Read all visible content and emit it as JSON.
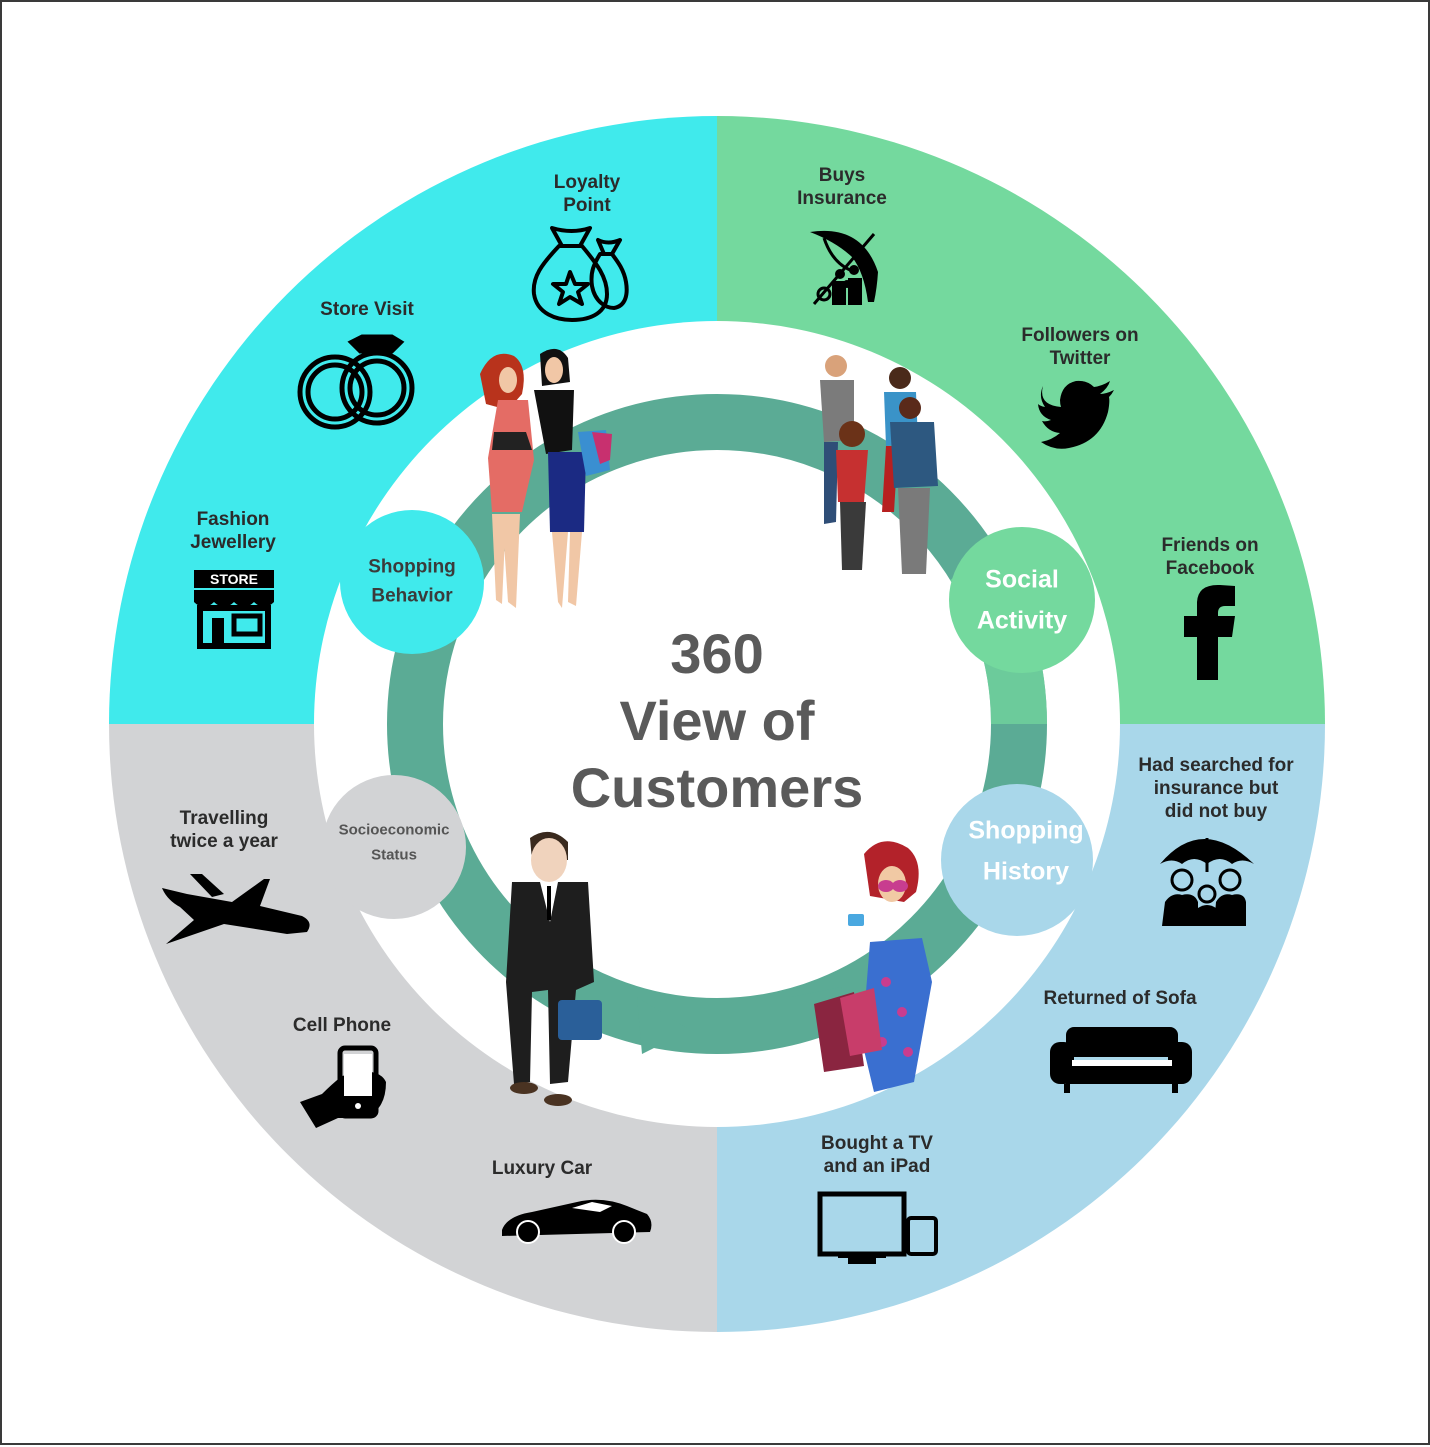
{
  "title": {
    "line1": "360",
    "line2": "View of",
    "line3": "Customers"
  },
  "colors": {
    "shopping_behavior": "#40eaec",
    "social_activity": "#74d99e",
    "shopping_history": "#a9d7ea",
    "socioeconomic_status": "#d2d3d5",
    "inner_ring": "#5bab95",
    "icon": "#000000"
  },
  "categories": [
    {
      "key": "shopping_behavior",
      "line1": "Shopping",
      "line2": "Behavior",
      "color": "#40eaec"
    },
    {
      "key": "social_activity",
      "line1": "Social",
      "line2": "Activity",
      "color": "#74d99e"
    },
    {
      "key": "shopping_history",
      "line1": "Shopping",
      "line2": "History",
      "color": "#a9d7ea"
    },
    {
      "key": "socioeconomic_status",
      "line1": "Socioeconomic",
      "line2": "Status",
      "color": "#d2d3d5"
    }
  ],
  "items": {
    "loyalty_point": {
      "line1": "Loyalty",
      "line2": "Point",
      "icon": "money-bags-icon"
    },
    "store_visit": {
      "line1": "Store Visit",
      "icon": "store-icon"
    },
    "fashion_jewellery": {
      "line1": "Fashion",
      "line2": "Jewellery",
      "icon": "rings-icon"
    },
    "buys_insurance": {
      "line1": "Buys",
      "line2": "Insurance",
      "icon": "umbrella-family-icon"
    },
    "followers_twitter": {
      "line1": "Followers on",
      "line2": "Twitter",
      "icon": "twitter-bird-icon"
    },
    "friends_facebook": {
      "line1": "Friends on",
      "line2": "Facebook",
      "icon": "facebook-icon"
    },
    "searched_insurance": {
      "line1": "Had searched for",
      "line2": "insurance but",
      "line3": "did not buy",
      "icon": "umbrella-family-icon"
    },
    "returned_sofa": {
      "line1": "Returned of Sofa",
      "icon": "sofa-icon"
    },
    "bought_tv_ipad": {
      "line1": "Bought a TV",
      "line2": "and an iPad",
      "icon": "tv-tablet-icon"
    },
    "travelling": {
      "line1": "Travelling",
      "line2": "twice a year",
      "icon": "airplane-icon"
    },
    "cell_phone": {
      "line1": "Cell Phone",
      "icon": "hand-phone-icon"
    },
    "luxury_car": {
      "line1": "Luxury Car",
      "icon": "sports-car-icon"
    }
  },
  "store_sign": "STORE",
  "people": [
    "two-women-shopping-illustration",
    "group-of-people-illustration",
    "businessman-illustration",
    "woman-with-bags-illustration"
  ]
}
